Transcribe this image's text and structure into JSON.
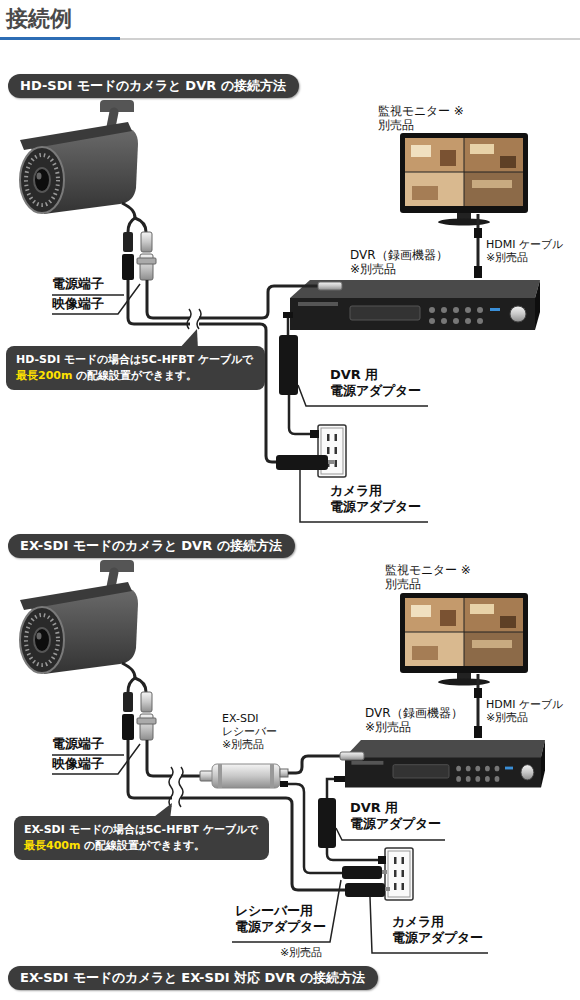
{
  "diagram": {
    "title": "接続例",
    "nodes": [
      {
        "text": [
          "HD-SDI モードのカメラと DVR の接続方法"
        ]
      },
      {
        "text": [
          "HD-SDI モードの場合は5C-HFBT ケーブルで",
          "最長200m",
          "の配線設置ができます。"
        ]
      },
      {
        "text": [
          "EX-SDI モードのカメラと DVR の接続方法"
        ]
      },
      {
        "text": [
          "EX-SDI モードの場合は5C-HFBT ケーブルで",
          "最長400m",
          "の配線設置ができます。"
        ]
      },
      {
        "text": [
          "EX-SDI モードのカメラと EX-SDI 対応 DVR の接続方法"
        ]
      }
    ],
    "labels": [
      "監視モニター ※別売品",
      "HDMI ケーブル ※別売品",
      "DVR（録画機器） ※別売品",
      "電源端子",
      "映像端子",
      "DVR 用 電源アダプター",
      "カメラ用 電源アダプター",
      "監視モニター ※別売品",
      "HDMI ケーブル ※別売品",
      "EX-SDI レシーバー ※別売品",
      "DVR（録画機器） ※別売品",
      "電源端子",
      "映像端子",
      "DVR 用 電源アダプター",
      "レシーバー用 電源アダプター",
      "※別売品",
      "カメラ用 電源アダプター"
    ]
  }
}
